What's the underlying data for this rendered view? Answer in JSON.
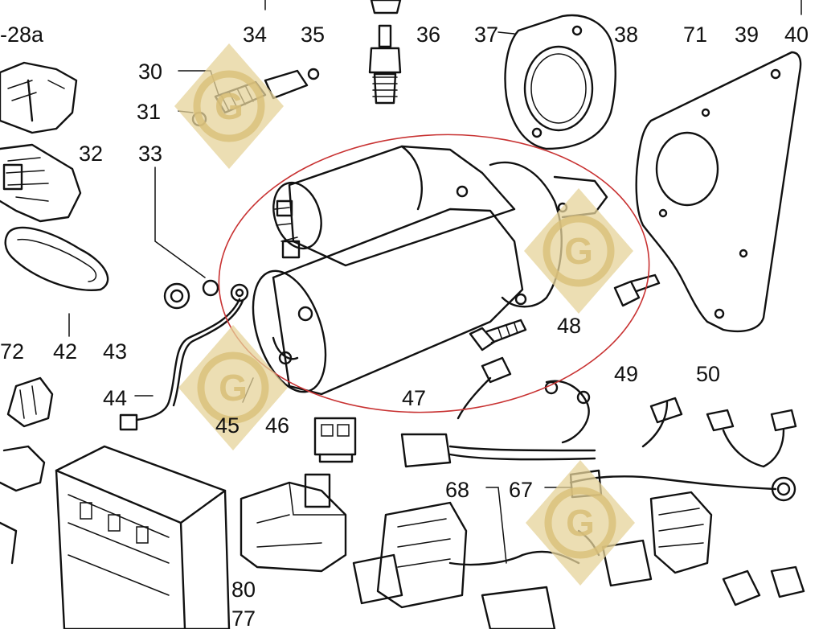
{
  "labels": {
    "l28a": "-28a",
    "l30": "30",
    "l31": "31",
    "l32": "32",
    "l33": "33",
    "l34": "34",
    "l35": "35",
    "l36": "36",
    "l37": "37",
    "l38": "38",
    "l71": "71",
    "l39": "39",
    "l40": "40",
    "l42": "42",
    "l43": "43",
    "l44": "44",
    "l45": "45",
    "l46": "46",
    "l47": "47",
    "l48": "48",
    "l49": "49",
    "l50": "50",
    "l67": "67",
    "l68": "68",
    "l72": "72",
    "l80": "80",
    "l77": "77"
  },
  "watermark": {
    "letter": "G",
    "color": "#d9bf78"
  },
  "highlight": {
    "shape": "ellipse",
    "color": "#c83232"
  },
  "parts": {
    "starter_motor": "starter-motor",
    "gasket": "flange-gasket",
    "mounting_plate": "mounting-plate",
    "spark_plug": "spark-plug",
    "bolt": "bolt",
    "wiring_harness": "wiring-harness",
    "relay_box": "relay-box",
    "ecu_box": "ecu-box"
  }
}
